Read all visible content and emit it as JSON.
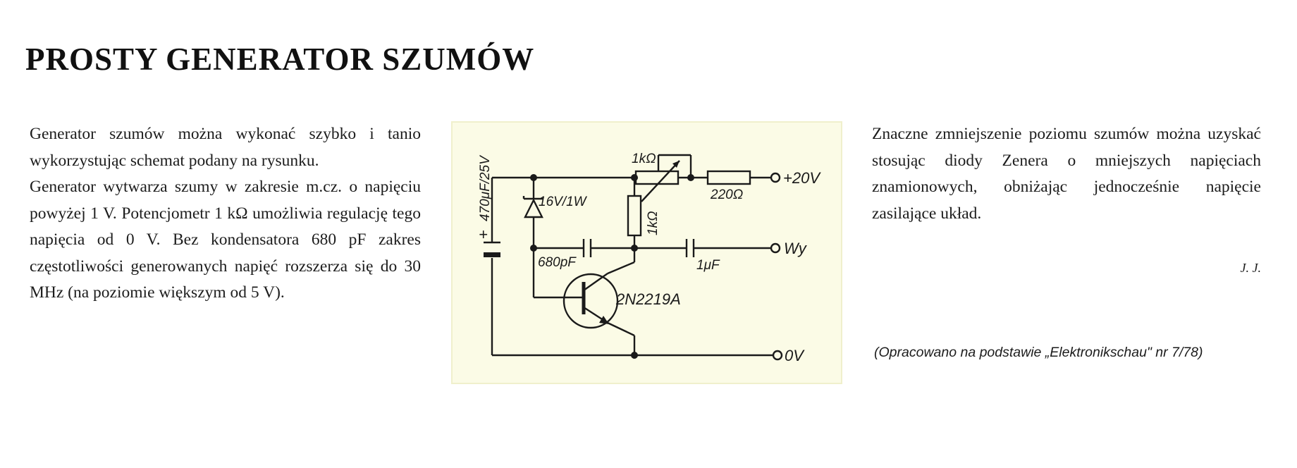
{
  "article": {
    "title": "PROSTY GENERATOR SZUMÓW",
    "left_column": [
      "Generator szumów można wykonać szybko i tanio wykorzystując schemat podany na rysunku.",
      "Generator wytwarza szumy w zakresie m.cz. o napięciu powyżej 1 V. Potencjometr 1 kΩ umożliwia regulację tego napięcia od 0 V. Bez kondensatora 680 pF zakres częstotliwości generowanych napięć rozszerza się do 30 MHz (na poziomie większym od 5 V)."
    ],
    "right_column": "Znaczne zmniejszenie poziomu szumów można uzyskać stosując diody Zenera o mniejszych napięciach znamionowych, obniżając jednocześnie napięcie zasilające układ.",
    "signature": "J. J.",
    "source": "(Opracowano na podstawie „Elektronikschau\" nr 7/78)"
  },
  "schematic": {
    "labels": {
      "capacitor_main": "470μF/25V",
      "zener": "16V/1W",
      "pot": "1kΩ",
      "resistor_vertical": "1kΩ",
      "resistor_series": "220Ω",
      "supply": "+20V",
      "cap_680": "680pF",
      "cap_out": "1μF",
      "output": "Wy",
      "transistor": "2N2219A",
      "ground": "0V",
      "plus_sign": "+"
    }
  }
}
